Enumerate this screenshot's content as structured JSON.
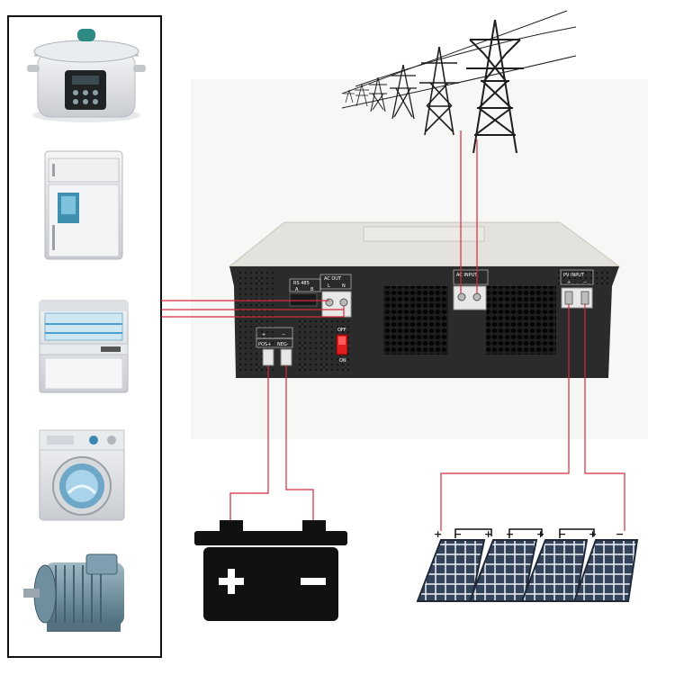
{
  "inverter": {
    "rs485": "RS 485",
    "ac_out": "AC OUT",
    "ac_out_l": "L",
    "ac_out_n": "N",
    "rs485_a": "A",
    "rs485_b": "B",
    "ac_input": "AC INPUT",
    "pv_input": "PV INPUT",
    "pv_plus": "+",
    "pv_minus": "−",
    "batt_plus": "+",
    "batt_minus": "−",
    "batt_pos": "POS+",
    "batt_neg": "NEG-",
    "switch_off": "OFF",
    "switch_on": "ON"
  },
  "panels": {
    "polarity": [
      "+",
      "−",
      "+",
      "−",
      "+",
      "−",
      "+",
      "−"
    ]
  },
  "colors": {
    "wire": "#d42a3a",
    "inverter_body": "#2b2b2b",
    "inverter_top": "#e4e2dc",
    "battery": "#111111",
    "panel": "#2d3a4c",
    "tower": "#222222",
    "switch": "#e02020"
  },
  "icons": [
    "rice-cooker-icon",
    "refrigerator-icon",
    "dishwasher-icon",
    "washing-machine-icon",
    "electric-motor-icon",
    "battery-icon",
    "solar-panel-icon",
    "transmission-tower-icon"
  ]
}
